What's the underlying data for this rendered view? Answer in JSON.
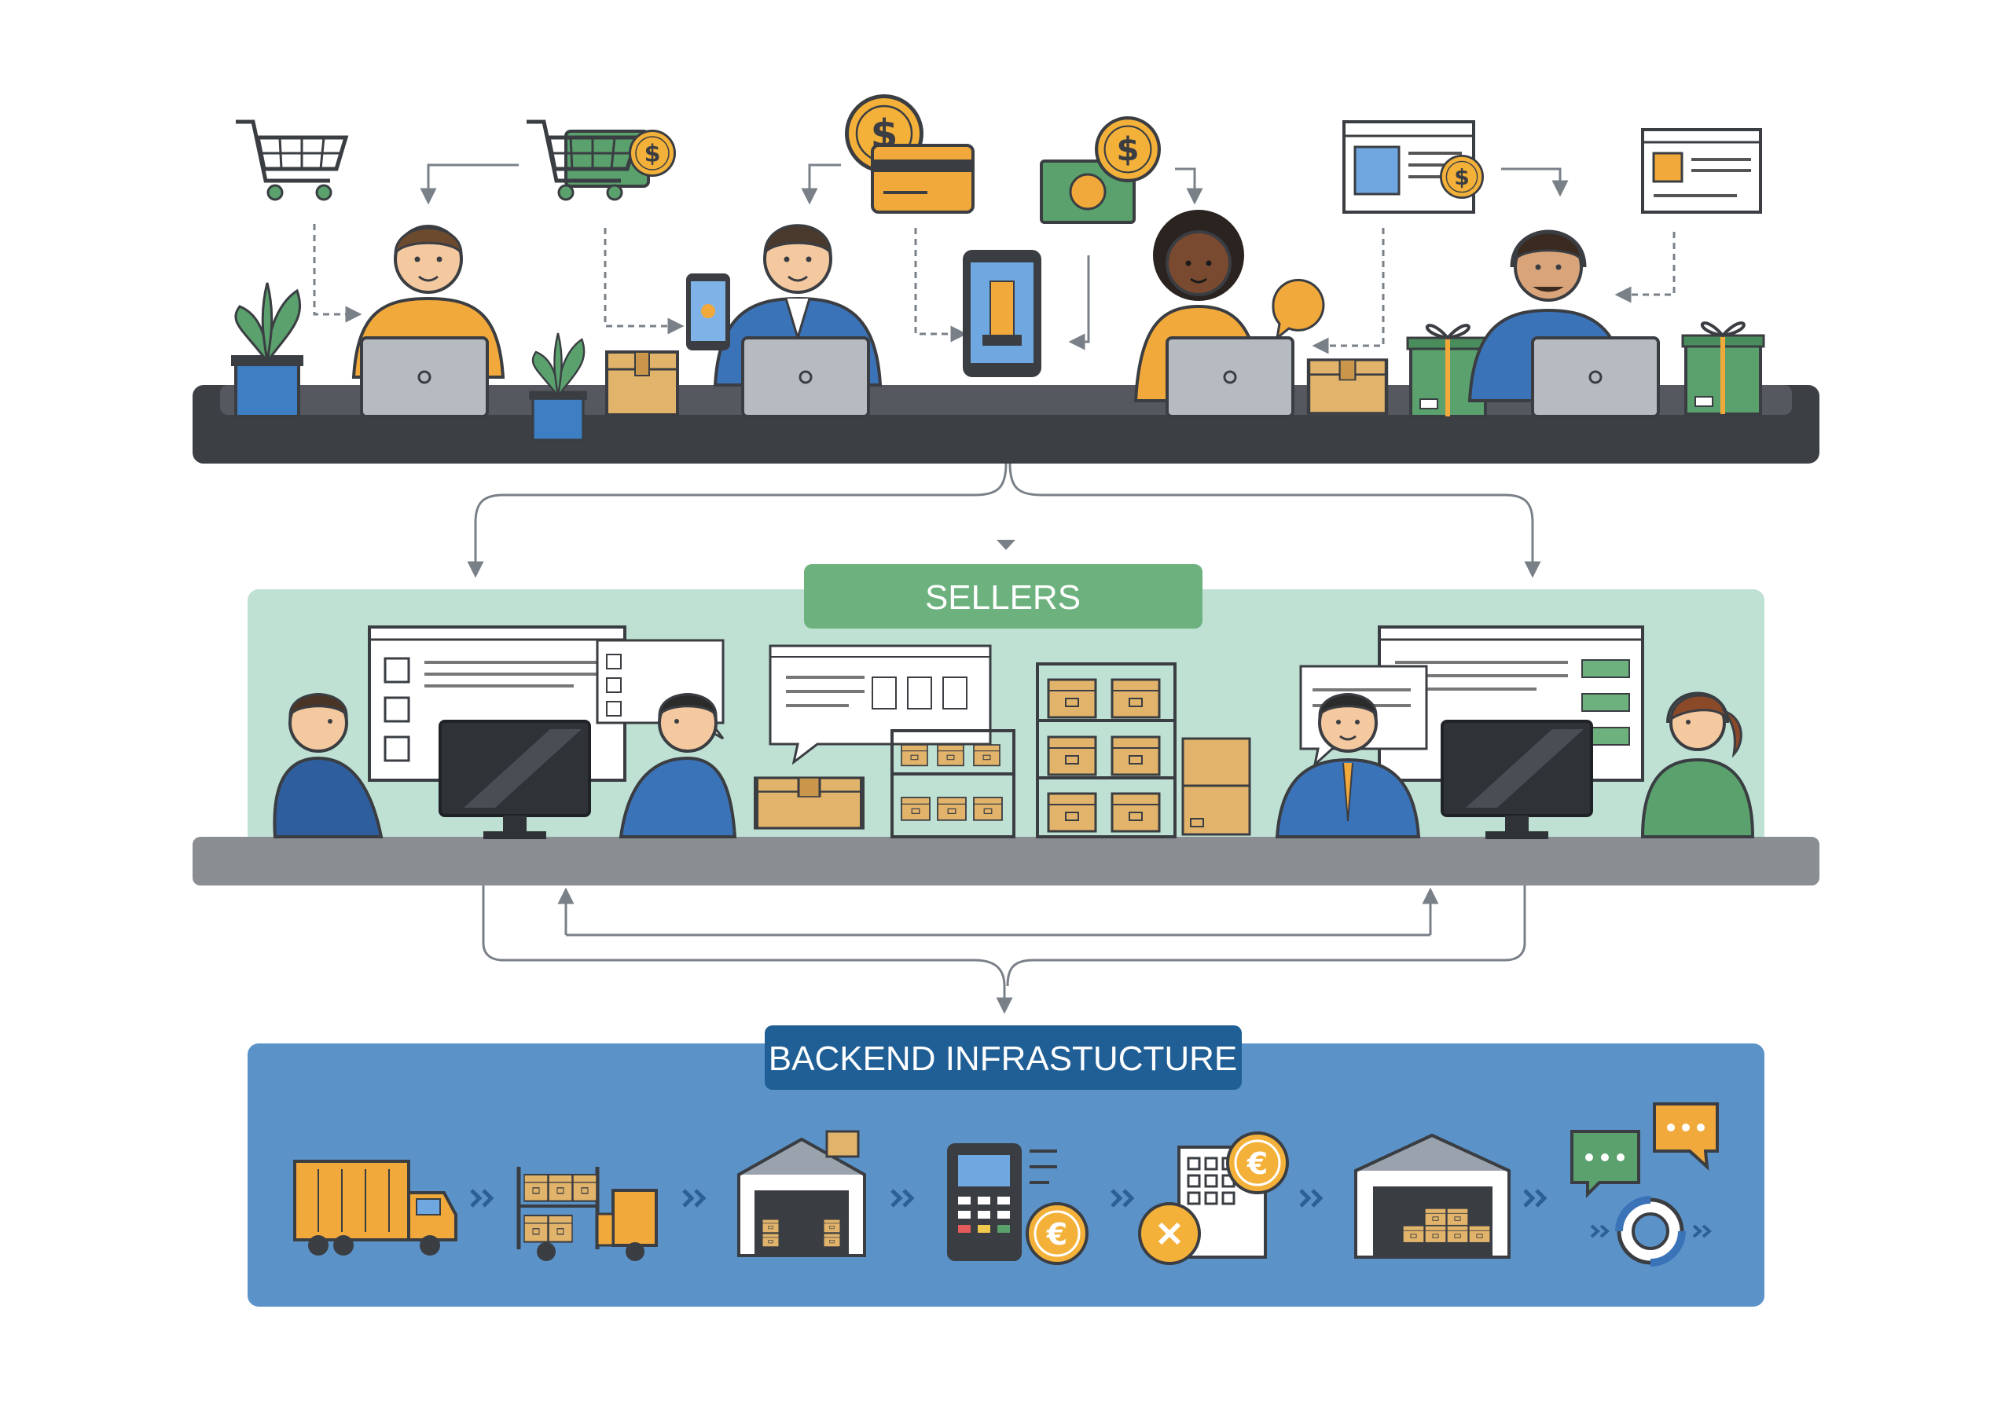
{
  "sections": {
    "customers": {
      "scene": [
        "shopping-cart",
        "customer-on-laptop",
        "cart-with-payment",
        "potted-plant",
        "package",
        "coin",
        "credit-card",
        "customer-with-phone",
        "mobile-phone",
        "cash",
        "customer-on-laptop",
        "chat-bubble",
        "web-listing",
        "package",
        "gift-box",
        "support-agent-with-headset",
        "web-page",
        "gift-box"
      ]
    },
    "sellers": {
      "label": "SELLERS",
      "scene": [
        "seller-at-desk",
        "monitor-dashboard",
        "seller-with-chat",
        "listing-window",
        "storage-shelf",
        "stacked-boxes",
        "seller-in-suit",
        "monitor-dashboard",
        "support-agent-with-headset"
      ]
    },
    "backend": {
      "label": "BACKEND INFRASTUCTURE",
      "steps": [
        "truck-icon",
        "forklift-icon",
        "warehouse-icon",
        "payment-terminal-icon",
        "currency-exchange-icon",
        "fulfillment-warehouse-icon",
        "customer-support-icon"
      ]
    }
  },
  "colors": {
    "sellers_panel": "#bfe1d4",
    "sellers_pill": "#6db27e",
    "backend_panel": "#5b93c9",
    "backend_pill": "#1f5f96",
    "counter": "#3c3f44",
    "seller_counter": "#8a8d91",
    "orange": "#f2a93b",
    "blue": "#3b73b9",
    "green": "#5aa16d",
    "box": "#e2b46b"
  }
}
